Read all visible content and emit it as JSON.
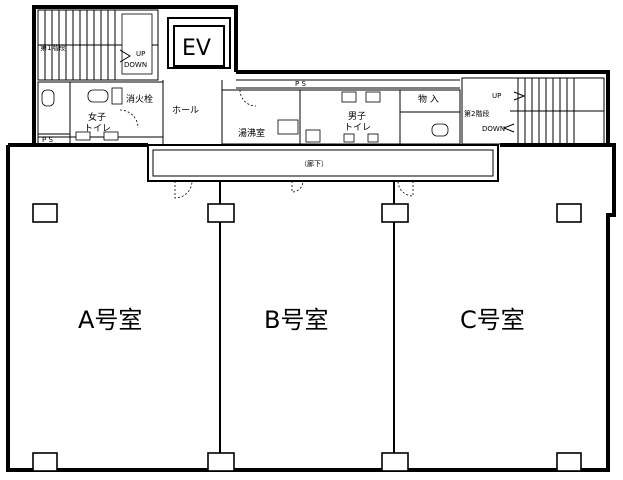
{
  "floor_plan": {
    "rooms": {
      "a": "A号室",
      "b": "B号室",
      "c": "C号室"
    },
    "elevator": "EV",
    "stairs1": {
      "label": "第1階段",
      "up": "UP",
      "down": "DOWN"
    },
    "stairs2": {
      "label": "第2階段",
      "up": "UP",
      "down": "DOWN"
    },
    "hydrant": "消火栓",
    "hall": "ホール",
    "kitchenette": "湯沸室",
    "womens_toilet": [
      "女子",
      "トイレ"
    ],
    "mens_toilet": [
      "男子",
      "トイレ"
    ],
    "storage": "物 入",
    "ps_top": "P S",
    "ps_left": "P S",
    "corridor": "（廊下）"
  }
}
